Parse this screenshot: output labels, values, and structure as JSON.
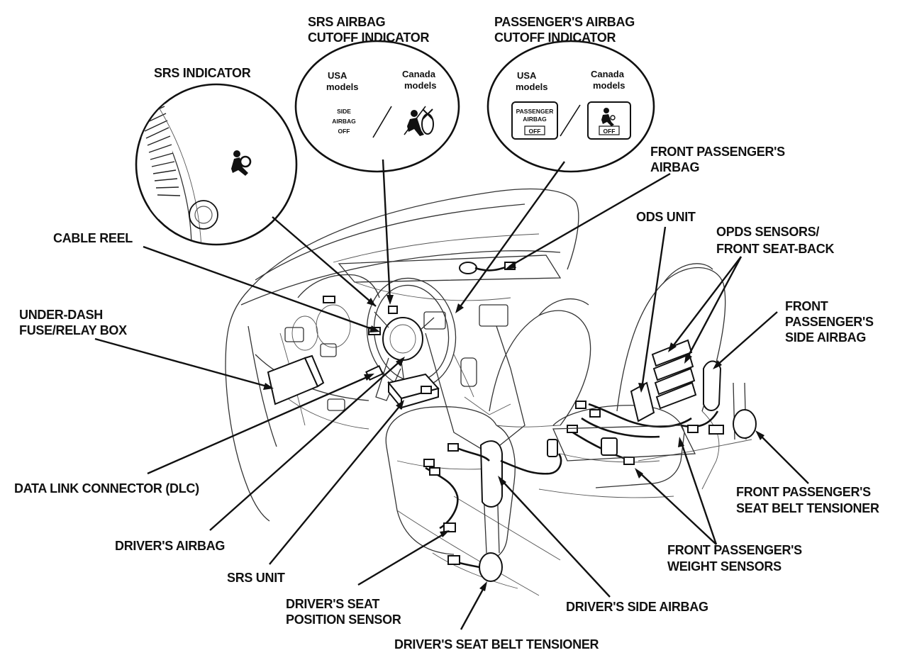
{
  "labels": {
    "srs_indicator": "SRS INDICATOR",
    "srs_cutoff_1": "SRS AIRBAG",
    "srs_cutoff_2": "CUTOFF INDICATOR",
    "pass_cutoff_1": "PASSENGER'S AIRBAG",
    "pass_cutoff_2": "CUTOFF INDICATOR",
    "front_pass_airbag_1": "FRONT PASSENGER'S",
    "front_pass_airbag_2": "AIRBAG",
    "cable_reel": "CABLE REEL",
    "ods_unit": "ODS UNIT",
    "opds_1": "OPDS SENSORS/",
    "opds_2": "FRONT SEAT-BACK",
    "front_pass_side_1": "FRONT",
    "front_pass_side_2": "PASSENGER'S",
    "front_pass_side_3": "SIDE AIRBAG",
    "under_dash_1": "UNDER-DASH",
    "under_dash_2": "FUSE/RELAY BOX",
    "dlc": "DATA LINK CONNECTOR (DLC)",
    "front_pass_belt_1": "FRONT PASSENGER'S",
    "front_pass_belt_2": "SEAT BELT TENSIONER",
    "drivers_airbag": "DRIVER'S AIRBAG",
    "front_pass_weight_1": "FRONT PASSENGER'S",
    "front_pass_weight_2": "WEIGHT SENSORS",
    "srs_unit": "SRS UNIT",
    "drivers_seat_pos_1": "DRIVER'S SEAT",
    "drivers_seat_pos_2": "POSITION SENSOR",
    "drivers_side_airbag": "DRIVER'S SIDE AIRBAG",
    "drivers_belt": "DRIVER'S SEAT BELT TENSIONER"
  },
  "insets": {
    "srs_cutoff": {
      "usa_1": "USA",
      "usa_2": "models",
      "canada_1": "Canada",
      "canada_2": "models",
      "side_1": "SIDE",
      "side_2": "AIRBAG",
      "side_3": "OFF"
    },
    "pass_cutoff": {
      "usa_1": "USA",
      "usa_2": "models",
      "canada_1": "Canada",
      "canada_2": "models",
      "btn_1": "PASSENGER",
      "btn_2": "AIRBAG",
      "off_usa": "OFF",
      "off_canada": "OFF"
    }
  }
}
